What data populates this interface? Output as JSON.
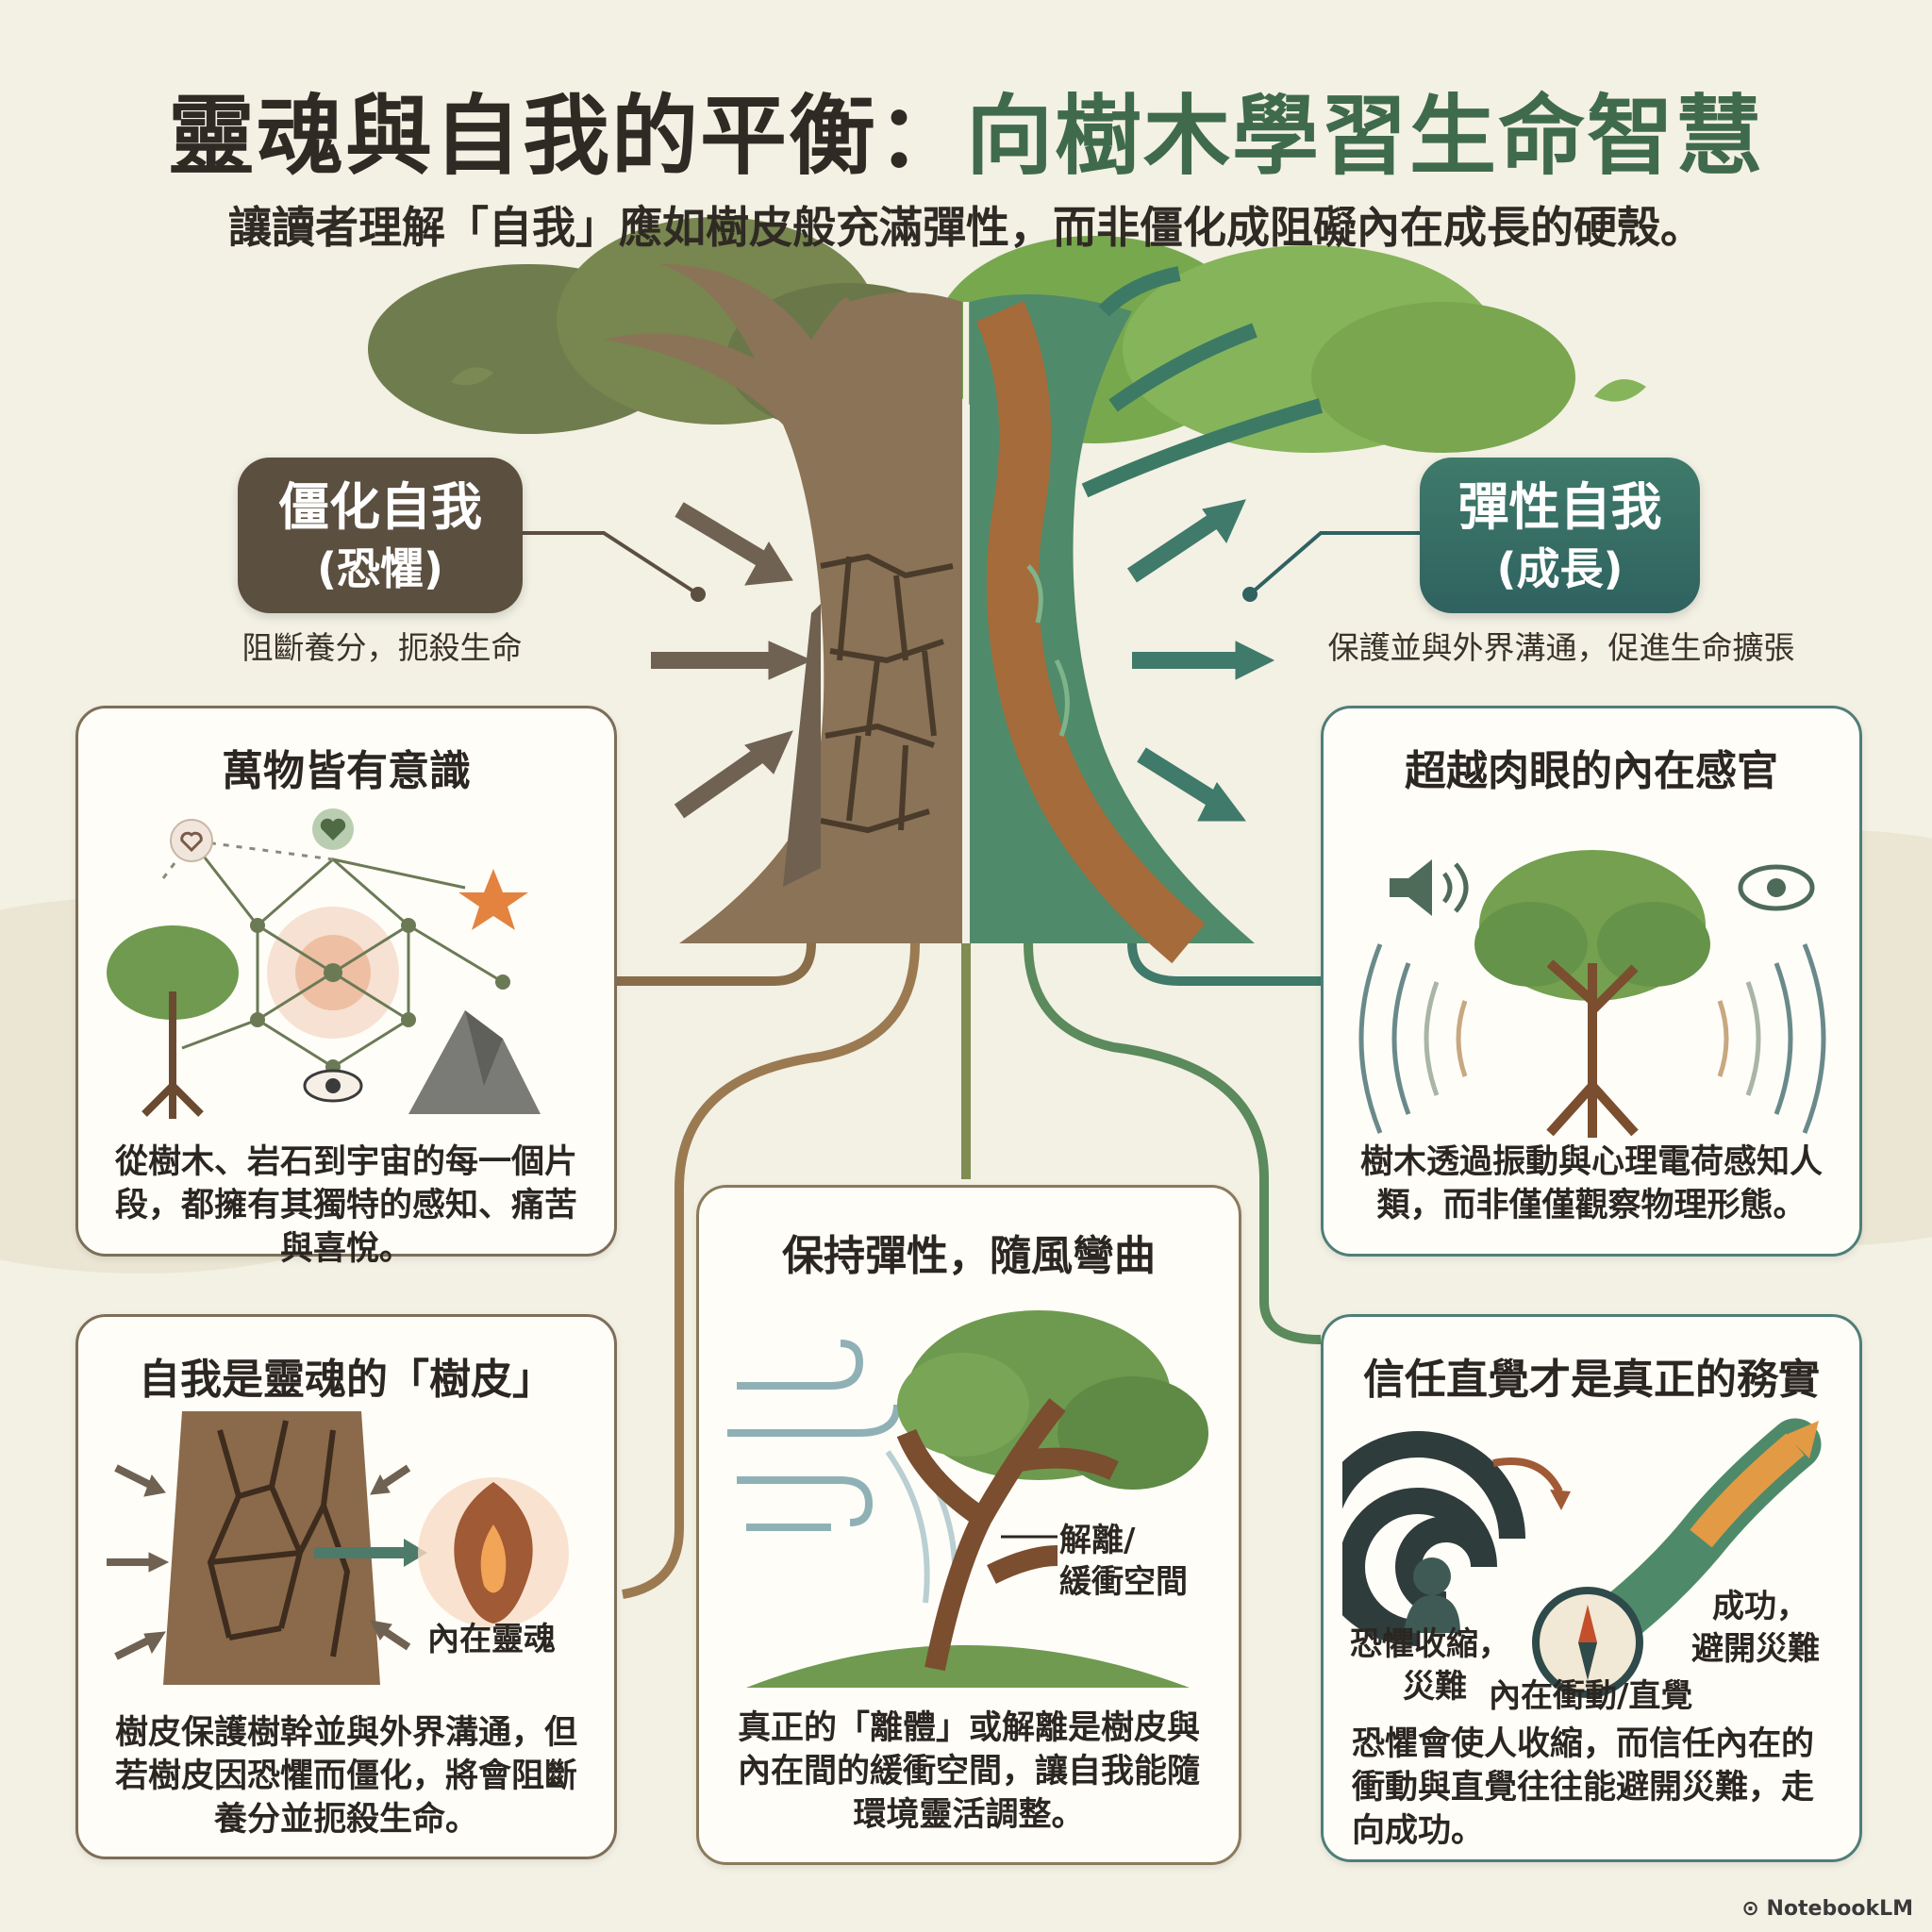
{
  "title": {
    "part1": "靈魂與自我的平衡：",
    "part2": "向樹木學習生命智慧"
  },
  "subtitle": "讓讀者理解「自我」應如樹皮般充滿彈性，而非僵化成阻礙內在成長的硬殼。",
  "rigid": {
    "label": "僵化自我",
    "sublabel": "(恐懼)",
    "caption": "阻斷養分，扼殺生命"
  },
  "elastic": {
    "label": "彈性自我",
    "sublabel": "(成長)",
    "caption": "保護並與外界溝通，促進生命擴張"
  },
  "cards": {
    "consciousness": {
      "title": "萬物皆有意識",
      "body": "從樹木、岩石到宇宙的每一個片段，都擁有其獨特的感知、痛苦與喜悅。"
    },
    "inner_senses": {
      "title": "超越肉眼的內在感官",
      "body": "樹木透過振動與心理電荷感知人類，而非僅僅觀察物理形態。"
    },
    "bark": {
      "title": "自我是靈魂的「樹皮」",
      "inner_soul_label": "內在靈魂",
      "body": "樹皮保護樹幹並與外界溝通，但若樹皮因恐懼而僵化，將會阻斷養分並扼殺生命。"
    },
    "flexible": {
      "title": "保持彈性，隨風彎曲",
      "buffer_label_1": "解離/",
      "buffer_label_2": "緩衝空間",
      "body": "真正的「離體」或解離是樹皮與內在間的緩衝空間，讓自我能隨環境靈活調整。"
    },
    "intuition": {
      "title": "信任直覺才是真正的務實",
      "fear_label_1": "恐懼收縮，",
      "fear_label_2": "災難",
      "impulse_label": "內在衝動/直覺",
      "success_label_1": "成功，",
      "success_label_2": "避開災難",
      "body": "恐懼會使人收縮，而信任內在的衝動與直覺往往能避開災難，走向成功。"
    }
  },
  "footer": "NotebookLM",
  "colors": {
    "rigid": "#5b4f40",
    "elastic": "#2f6260",
    "leaf": "#6e9a4f",
    "bark": "#7a5a3c"
  }
}
